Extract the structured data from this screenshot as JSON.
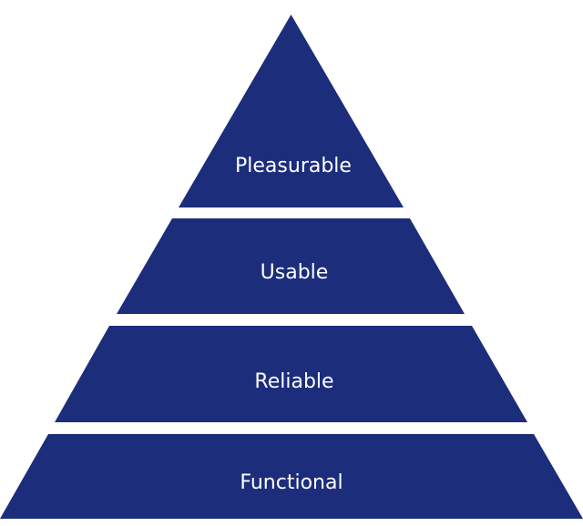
{
  "diagram": {
    "type": "pyramid",
    "fill_color": "#1c2d7c",
    "text_color": "#ffffff",
    "background_color": "#ffffff",
    "layers_top_to_bottom": [
      {
        "label": "Pleasurable"
      },
      {
        "label": "Usable"
      },
      {
        "label": "Reliable"
      },
      {
        "label": "Functional"
      }
    ]
  }
}
